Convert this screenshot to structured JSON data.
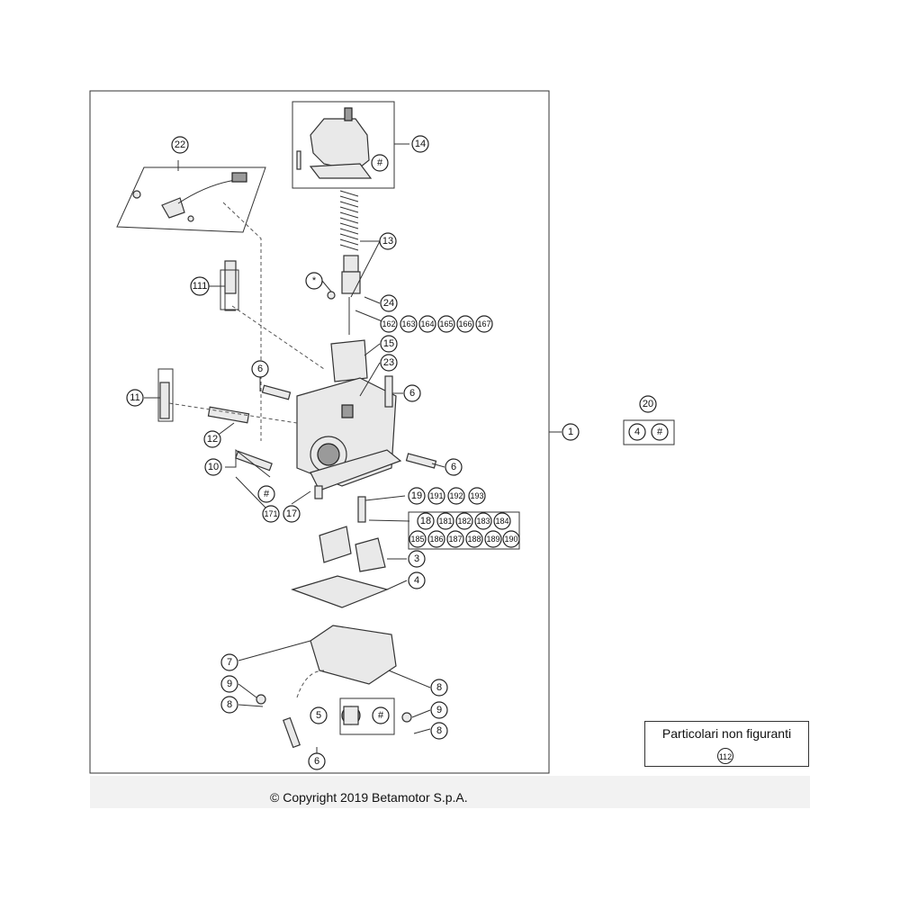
{
  "copyright": "© Copyright 2019 Betamotor S.p.A.",
  "not_shown_box": {
    "title": "Particolari non figuranti",
    "part": "112"
  },
  "callouts": {
    "c1": "1",
    "c3": "3",
    "c4": "4",
    "c5": "5",
    "c6a": "6",
    "c6b": "6",
    "c6c": "6",
    "c6d": "6",
    "c7": "7",
    "c8a": "8",
    "c8b": "8",
    "c8c": "8",
    "c9a": "9",
    "c9b": "9",
    "c10": "10",
    "c11": "11",
    "c12": "12",
    "c13": "13",
    "c14": "14",
    "c15": "15",
    "c17": "17",
    "c18": "18",
    "c19": "19",
    "c20": "20",
    "c20a": "4",
    "c20b": "#",
    "c22": "22",
    "c23": "23",
    "c24": "24",
    "c111": "111",
    "c171": "171",
    "cstar": "*",
    "chash14": "#",
    "chash10": "#",
    "chash5": "#",
    "row162": [
      "162",
      "163",
      "164",
      "165",
      "166",
      "167"
    ],
    "row19": [
      "191",
      "192",
      "193"
    ],
    "row18a": [
      "181",
      "182",
      "183",
      "184"
    ],
    "row18b": [
      "185",
      "186",
      "187",
      "188",
      "189",
      "190"
    ]
  }
}
